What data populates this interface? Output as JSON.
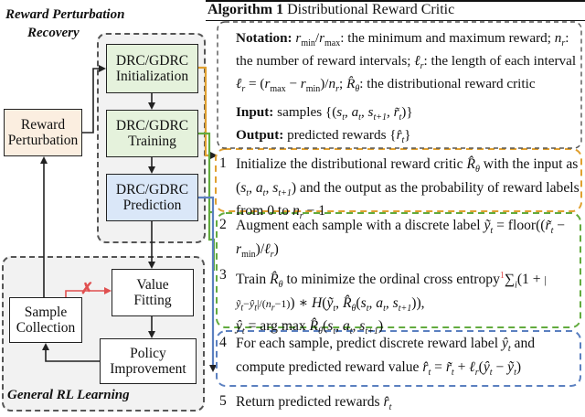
{
  "left": {
    "section_top_title_1": "Reward Perturbation",
    "section_top_title_2": "Recovery",
    "section_bottom_title": "General RL Learning",
    "boxes": {
      "initialization": "DRC/GDRC\nInitialization",
      "training": "DRC/GDRC\nTraining",
      "prediction": "DRC/GDRC\nPrediction",
      "reward_perturbation": "Reward\nPerturbation",
      "value_fitting": "Value\nFitting",
      "sample_collection": "Sample\nCollection",
      "policy_improvement": "Policy\nImprovement"
    },
    "blocked_mark": "✗"
  },
  "algorithm": {
    "title_bold": "Algorithm 1",
    "title_rest": "Distributional Reward Critic",
    "notation_label": "Notation:",
    "input_label": "Input:",
    "input_text": "samples",
    "output_label": "Output:",
    "output_text": "predicted rewards",
    "steps": [
      {
        "num": "1"
      },
      {
        "num": "2"
      },
      {
        "num": "3"
      },
      {
        "num": "4"
      },
      {
        "num": "5",
        "text": "Return predicted rewards"
      }
    ],
    "footnote_mark": "1"
  },
  "colors": {
    "init_box": "#e5f2dc",
    "train_box": "#e5f2dc",
    "pred_box": "#dae7f8",
    "reward_box": "#fbeee0",
    "top_dash": "#555555",
    "orange": "#e0a030",
    "green": "#62ab3e",
    "blue": "#5b80c0",
    "red": "#e05050"
  }
}
